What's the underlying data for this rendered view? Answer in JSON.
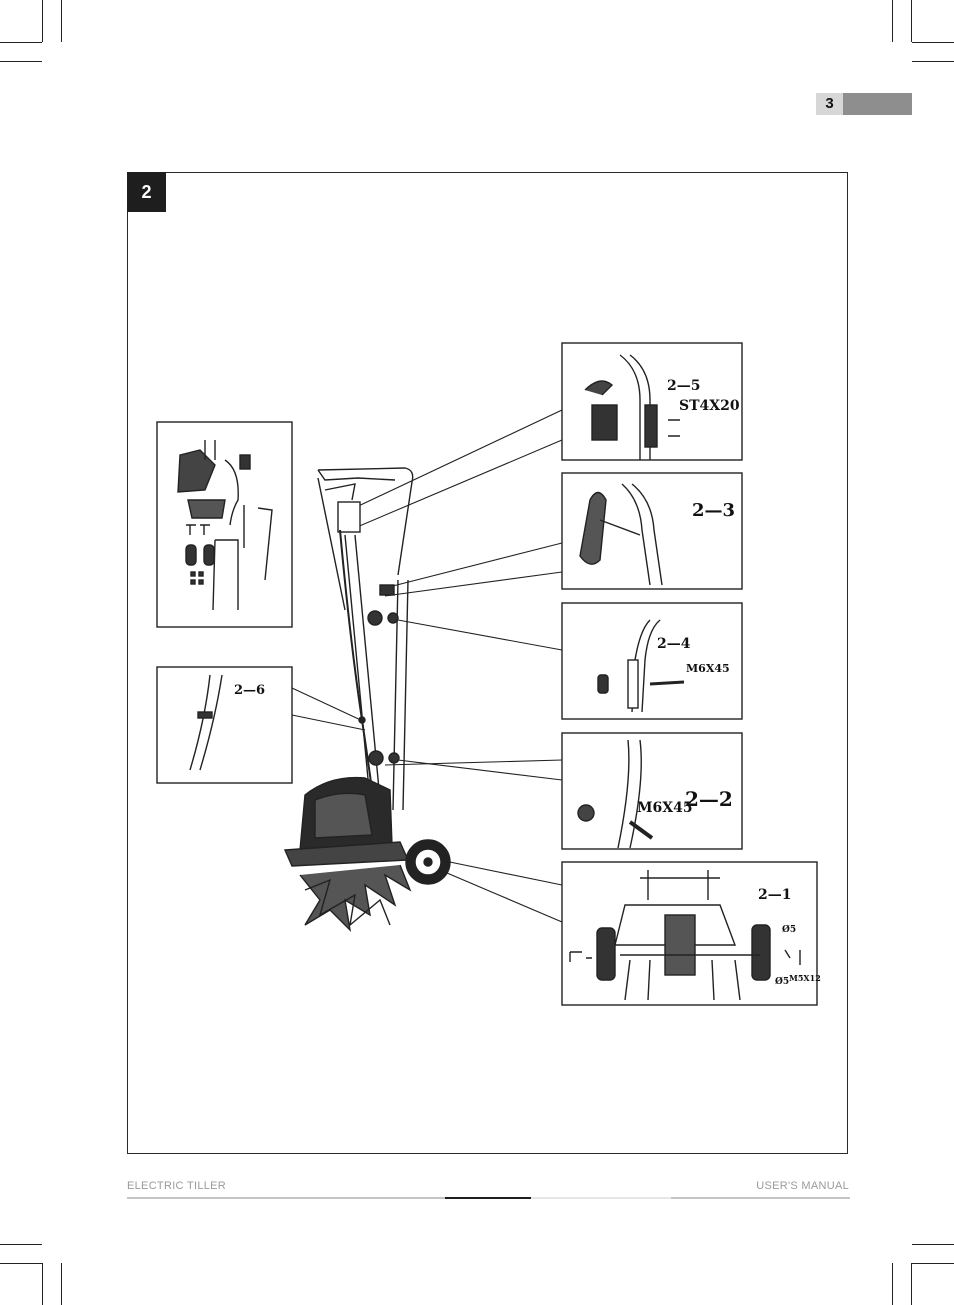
{
  "page": {
    "number": "3"
  },
  "figure": {
    "badge": "2",
    "parts_box": {},
    "callouts": {
      "c25": {
        "label": "2—5",
        "screw": "ST4X20"
      },
      "c23": {
        "label": "2—3"
      },
      "c24": {
        "label": "2—4",
        "screw": "M6X45"
      },
      "c26": {
        "label": "2—6"
      },
      "c22": {
        "label": "2—2",
        "screw": "M6X45"
      },
      "c21": {
        "label": "2—1",
        "d1": "Ø5",
        "d2": "Ø5",
        "screw": "M5X12"
      }
    }
  },
  "footer": {
    "left": "ELECTRIC TILLER",
    "right": "USER'S MANUAL"
  },
  "colors": {
    "dark": "#1e1e1e",
    "tab_light": "#d7d7d7",
    "tab_dark": "#8e8e8e",
    "footer_text": "#9a9a9a"
  }
}
